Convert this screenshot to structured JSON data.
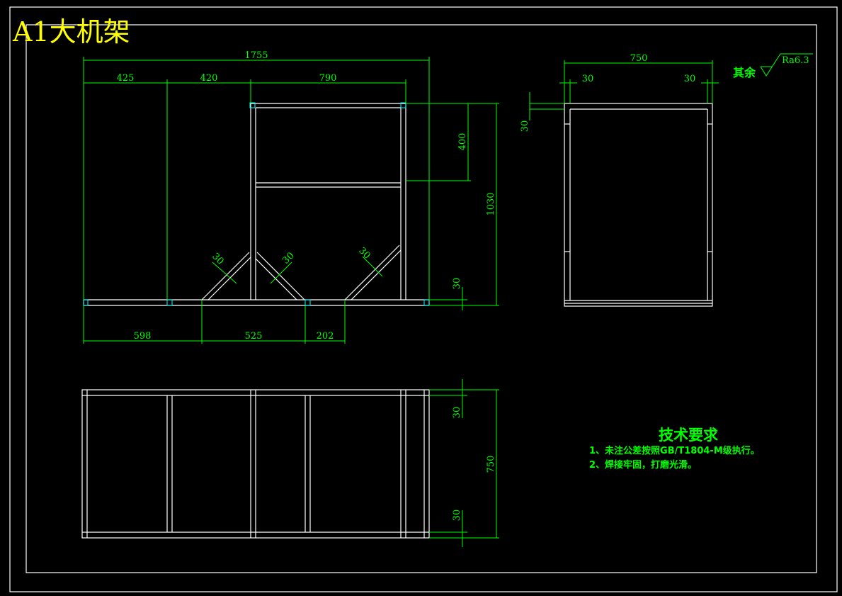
{
  "title": "A1大机架",
  "front_view": {
    "dims": {
      "overall_width": "1755",
      "seg_a": "425",
      "seg_b": "420",
      "seg_c": "790",
      "upper_bay": "400",
      "height": "1030",
      "base_thickness": "30",
      "brace_1": "30",
      "brace_2": "30",
      "brace_3": "30",
      "bottom_1": "598",
      "bottom_2": "525",
      "bottom_3": "202"
    }
  },
  "side_view": {
    "dims": {
      "width": "750",
      "left_margin": "30",
      "right_margin": "30",
      "top_thickness": "30"
    }
  },
  "top_view": {
    "dims": {
      "top_margin": "30",
      "depth": "750",
      "bottom_margin": "30"
    }
  },
  "roughness": {
    "label": "其余",
    "value": "Ra6.3"
  },
  "notes": {
    "title": "技术要求",
    "items": [
      "1、未注公差按照GB/T1804-M级执行。",
      "2、焊接牢固，打磨光滑。"
    ]
  }
}
